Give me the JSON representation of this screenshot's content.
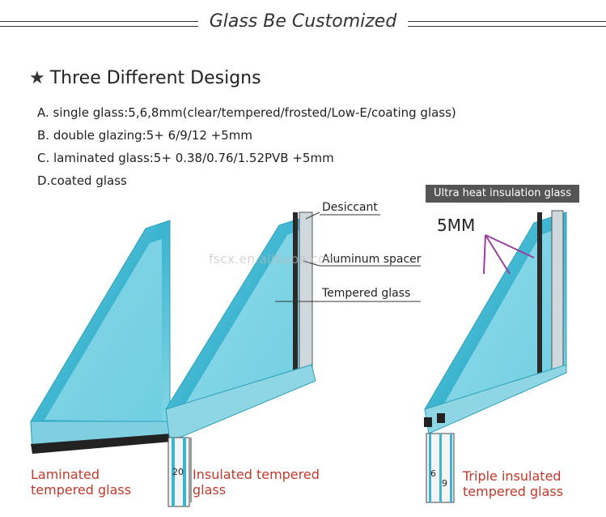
{
  "header": {
    "title": "Glass Be Customized"
  },
  "section": {
    "icon": "star-icon",
    "title": "Three Different Designs"
  },
  "specs": [
    "A. single glass:5,6,8mm(clear/tempered/frosted/Low-E/coating glass)",
    "B. double glazing:5+ 6/9/12 +5mm",
    "C. laminated glass:5+ 0.38/0.76/1.52PVB +5mm",
    "D.coated glass"
  ],
  "callouts": {
    "desiccant": "Desiccant",
    "spacer": "Aluminum spacer",
    "tempered": "Tempered glass",
    "badge": "Ultra heat insulation glass",
    "thickness": "5MM"
  },
  "dimensions": {
    "double": "20",
    "triple_a": "6",
    "triple_b": "9"
  },
  "captions": {
    "laminated": [
      "Laminated",
      "tempered glass"
    ],
    "insulated": [
      "Insulated tempered",
      "glass"
    ],
    "triple": [
      "Triple insulated",
      "tempered glass"
    ]
  },
  "watermark": "fscx.en.alibaba.com",
  "colors": {
    "glass": "#4fc3d9",
    "glass_light": "#bfeaf2",
    "caption": "#c0392b",
    "badge": "#555555"
  }
}
